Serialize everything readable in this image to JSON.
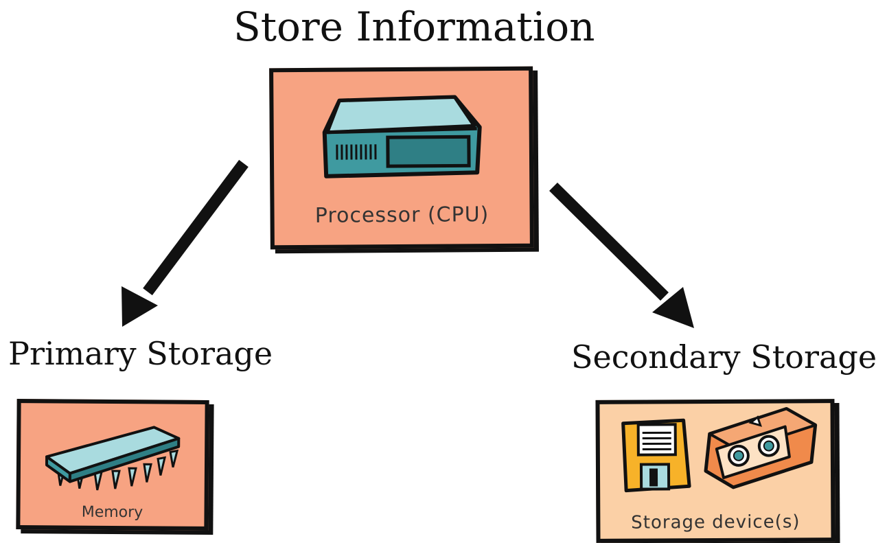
{
  "title": "Store Information",
  "processor": {
    "label": "Processor (CPU)",
    "icon": "cpu-box-icon"
  },
  "primary": {
    "heading": "Primary Storage",
    "label": "Memory",
    "icon": "memory-chip-icon"
  },
  "secondary": {
    "heading": "Secondary Storage",
    "label": "Storage device(s)",
    "icons": [
      "floppy-disk-icon",
      "cassette-tape-icon"
    ]
  },
  "colors": {
    "card_salmon": "#f7a382",
    "card_peach": "#fbd0a6",
    "device_teal": "#3f9aa0",
    "device_light": "#a9dbdf",
    "floppy_yellow": "#f7b229",
    "cassette_orange": "#f08a4b",
    "outline": "#111111"
  }
}
